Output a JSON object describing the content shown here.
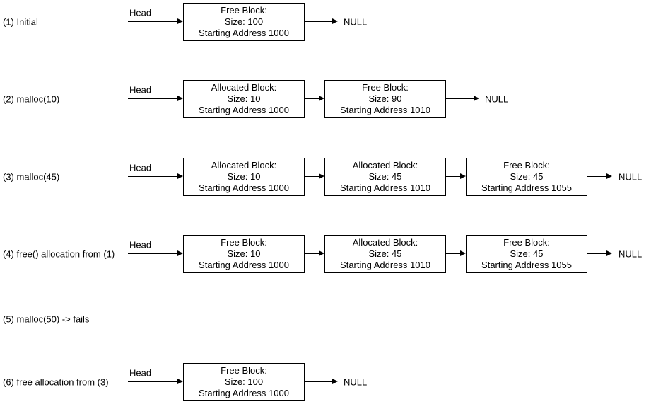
{
  "diagram": {
    "title_semantics": "heap free-list states over malloc/free operations",
    "colors": {
      "background": "#ffffff",
      "line": "#000000",
      "text": "#000000"
    },
    "head_label": "Head",
    "null_label": "NULL",
    "rows": [
      {
        "label": "(1) Initial",
        "nodes": [
          {
            "line1": "Free Block:",
            "line2": "Size: 100",
            "line3": "Starting Address 1000"
          }
        ]
      },
      {
        "label": "(2) malloc(10)",
        "nodes": [
          {
            "line1": "Allocated Block:",
            "line2": "Size: 10",
            "line3": "Starting Address 1000"
          },
          {
            "line1": "Free Block:",
            "line2": "Size: 90",
            "line3": "Starting Address 1010"
          }
        ]
      },
      {
        "label": "(3) malloc(45)",
        "nodes": [
          {
            "line1": "Allocated Block:",
            "line2": "Size: 10",
            "line3": "Starting Address 1000"
          },
          {
            "line1": "Allocated Block:",
            "line2": "Size: 45",
            "line3": "Starting Address 1010"
          },
          {
            "line1": "Free Block:",
            "line2": "Size: 45",
            "line3": "Starting Address 1055"
          }
        ]
      },
      {
        "label": "(4) free() allocation from (1)",
        "nodes": [
          {
            "line1": "Free Block:",
            "line2": "Size: 10",
            "line3": "Starting Address 1000"
          },
          {
            "line1": "Allocated Block:",
            "line2": "Size: 45",
            "line3": "Starting Address 1010"
          },
          {
            "line1": "Free Block:",
            "line2": "Size: 45",
            "line3": "Starting Address 1055"
          }
        ]
      },
      {
        "label": "(5) malloc(50) -> fails",
        "nodes": []
      },
      {
        "label": "(6) free allocation from (3)",
        "nodes": [
          {
            "line1": "Free Block:",
            "line2": "Size: 100",
            "line3": "Starting Address 1000"
          }
        ]
      }
    ]
  }
}
